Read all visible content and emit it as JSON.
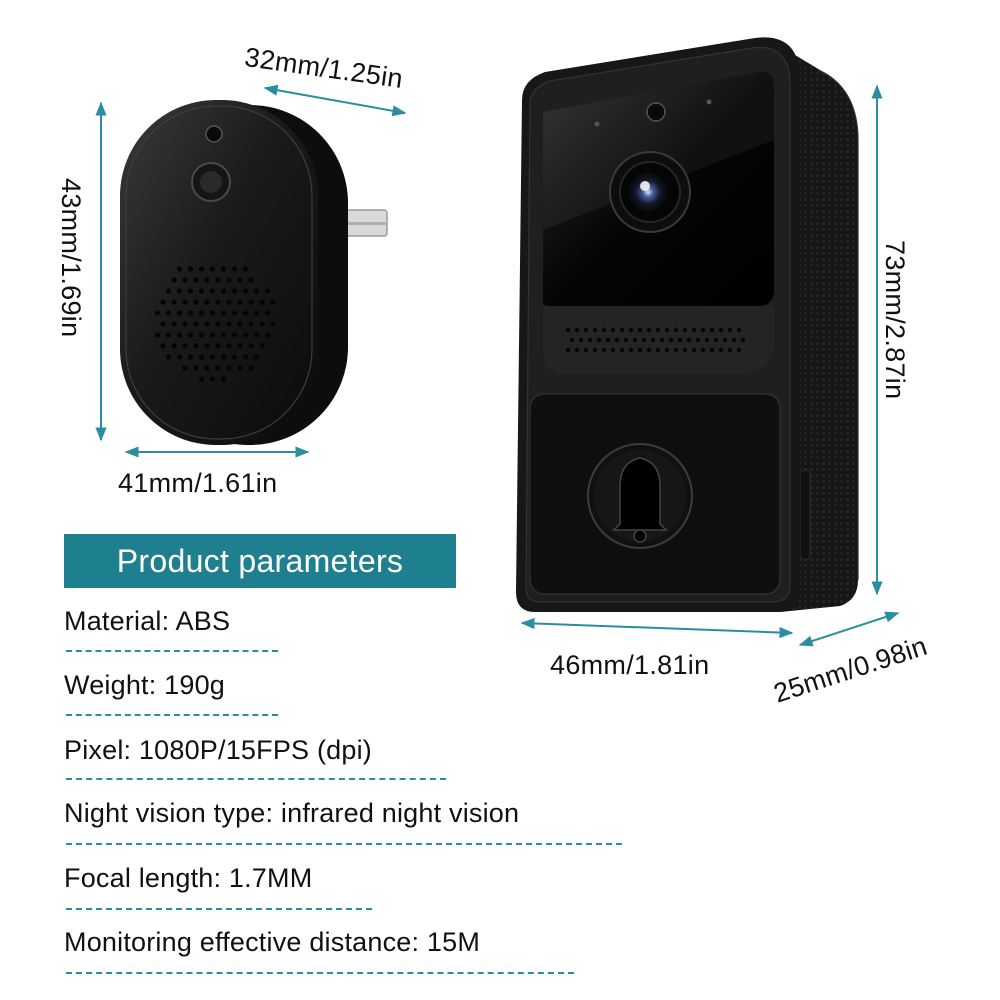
{
  "dimensions": {
    "chime_depth": "32mm/1.25in",
    "chime_height": "43mm/1.69in",
    "chime_width": "41mm/1.61in",
    "doorbell_height": "73mm/2.87in",
    "doorbell_width": "46mm/1.81in",
    "doorbell_depth": "25mm/0.98in"
  },
  "banner": {
    "title": "Product parameters"
  },
  "params": [
    {
      "text": "Material: ABS"
    },
    {
      "text": "Weight: 190g"
    },
    {
      "text": "Pixel: 1080P/15FPS (dpi)"
    },
    {
      "text": "Night vision type: infrared night vision"
    },
    {
      "text": "Focal length: 1.7MM"
    },
    {
      "text": "Monitoring effective distance: 15M"
    }
  ],
  "colors": {
    "accent": "#1e7f8f",
    "dimension_line": "#2a8ea0",
    "device": "#141414"
  },
  "icons": [
    "bell-icon",
    "camera-lens-icon",
    "speaker-grille-icon"
  ]
}
